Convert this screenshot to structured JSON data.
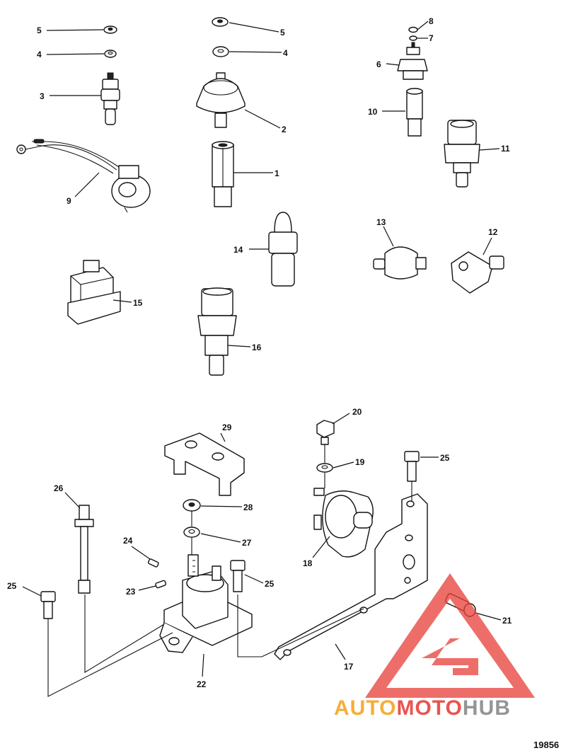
{
  "callouts": {
    "c1": "1",
    "c2": "2",
    "c3": "3",
    "c4a": "4",
    "c4b": "4",
    "c5a": "5",
    "c5b": "5",
    "c6": "6",
    "c7": "7",
    "c8": "8",
    "c9": "9",
    "c10": "10",
    "c11": "11",
    "c12": "12",
    "c13": "13",
    "c14": "14",
    "c15": "15",
    "c16": "16",
    "c17": "17",
    "c18": "18",
    "c19": "19",
    "c20": "20",
    "c21": "21",
    "c22": "22",
    "c23": "23",
    "c24": "24",
    "c25a": "25",
    "c25b": "25",
    "c25c": "25",
    "c26": "26",
    "c27": "27",
    "c28": "28",
    "c29": "29"
  },
  "document_number": "19856",
  "watermark": {
    "word_auto": "AUTO",
    "word_moto": "MOTO",
    "word_hub": "HUB",
    "colors": {
      "red": "#e8423c",
      "orange": "#f5a623",
      "gray": "#8a8a8a"
    }
  }
}
